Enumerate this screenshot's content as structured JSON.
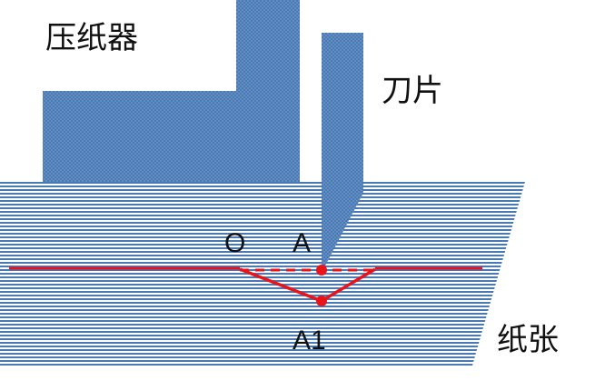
{
  "labels": {
    "presser": "压纸器",
    "blade": "刀片",
    "paper": "纸张",
    "point_o": "O",
    "point_a": "A",
    "point_a1": "A1"
  },
  "colors": {
    "body_fill": "#4a7ab5",
    "paper_line": "#4a7ab5",
    "highlight": "#e8141a",
    "text": "#111111"
  }
}
